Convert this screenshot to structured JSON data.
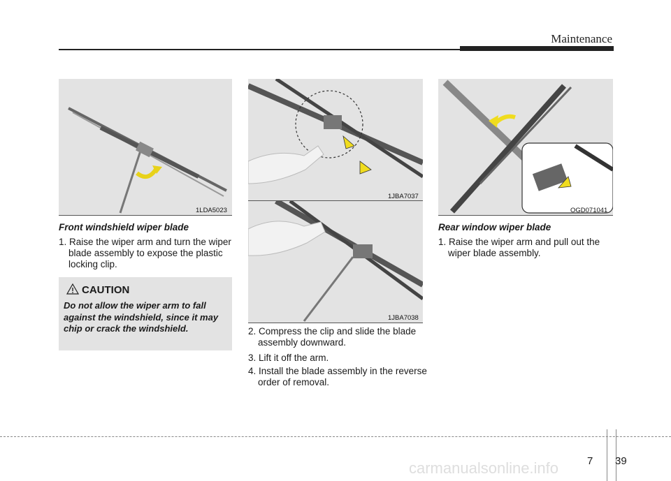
{
  "header": {
    "title": "Maintenance"
  },
  "figures": [
    {
      "code": "1LDA5023",
      "icon": "wiper-raise-illustration"
    },
    {
      "code": "1JBA7037",
      "icon": "clip-compress-illustration"
    },
    {
      "code": "1JBA7038",
      "icon": "blade-slide-illustration"
    },
    {
      "code": "OGD071041",
      "icon": "rear-wiper-illustration"
    }
  ],
  "front": {
    "heading": "Front windshield wiper blade",
    "steps": [
      "1. Raise the wiper arm and turn the wiper blade assembly to expose the plastic locking clip."
    ]
  },
  "caution": {
    "title": "CAUTION",
    "text": "Do not allow the wiper arm to fall against the windshield, since it may chip or crack the windshield."
  },
  "middle": {
    "steps": [
      "2. Compress the clip and slide the blade assembly downward.",
      "3. Lift it off the arm.",
      "4. Install the blade assembly in the reverse order of removal."
    ]
  },
  "rear": {
    "heading": "Rear window wiper blade",
    "steps": [
      "1. Raise the wiper arm and pull out the wiper blade assembly."
    ]
  },
  "footer": {
    "chapter": "7",
    "page": "39",
    "watermark": "carmanualsonline.info"
  },
  "colors": {
    "figure_bg": "#e3e3e3",
    "arrow": "#f0dc1e",
    "ink": "#222222"
  }
}
